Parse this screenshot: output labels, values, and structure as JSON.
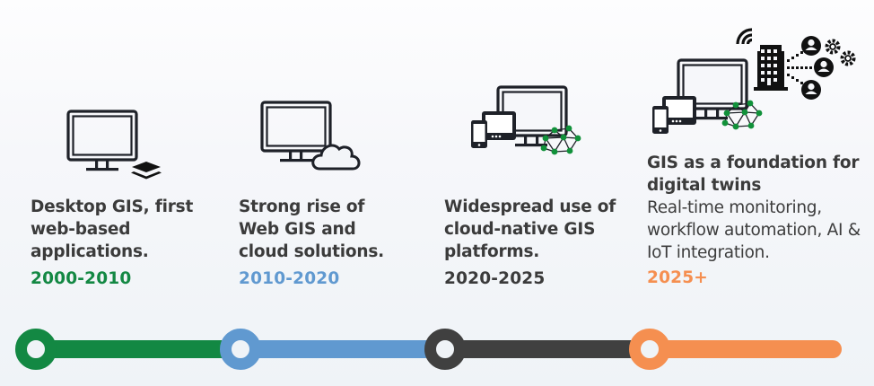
{
  "colors": {
    "era1": "#138843",
    "era2": "#6099d0",
    "era3": "#404040",
    "era4": "#f58f50",
    "text": "#3b3b3b",
    "icon_stroke": "#1e2128",
    "network_node": "#11913a"
  },
  "eras": [
    {
      "icon": "desktop-monitor-with-layers-icon",
      "title_lines": [
        "Desktop GIS, first",
        "web-based",
        "applications."
      ],
      "description_lines": [],
      "years": "2000-2010",
      "color": "#138843"
    },
    {
      "icon": "monitor-with-cloud-icon",
      "title_lines": [
        "Strong rise of",
        "Web GIS and",
        "cloud solutions."
      ],
      "description_lines": [],
      "years": "2010-2020",
      "color": "#6099d0"
    },
    {
      "icon": "multi-device-network-icon",
      "title_lines": [
        "Widespread use of",
        "cloud-native GIS",
        "platforms."
      ],
      "description_lines": [],
      "years": "2020-2025",
      "color": "#3b3b3b"
    },
    {
      "icon": "digital-twin-devices-building-users-icon",
      "title_lines": [
        "GIS as a foundation for",
        "digital twins"
      ],
      "description_lines": [
        "Real-time monitoring,",
        "workflow automation, AI &",
        "IoT integration."
      ],
      "years": "2025+",
      "color": "#f58f50"
    }
  ],
  "timeline": {
    "segments": [
      {
        "color": "#138843"
      },
      {
        "color": "#6099d0"
      },
      {
        "color": "#404040"
      },
      {
        "color": "#f58f50"
      }
    ]
  }
}
